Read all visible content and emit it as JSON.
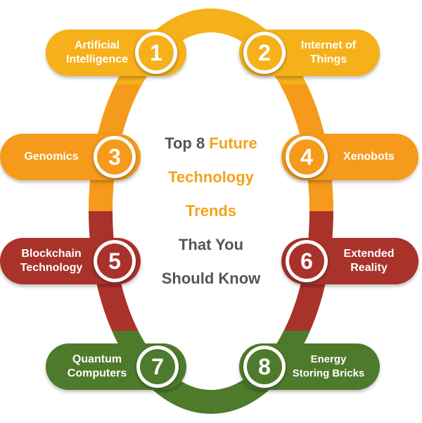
{
  "title": {
    "line1_prefix": "Top 8",
    "line1_accent": "Future",
    "line2": "Technology",
    "line3": "Trends",
    "line4": "That You",
    "line5": "Should Know"
  },
  "colors": {
    "yellow": "#F5B01A",
    "orange": "#F59A1B",
    "red": "#A9322A",
    "green": "#4E7A2C",
    "title_dark": "#555555",
    "title_accent": "#F5A21A"
  },
  "trends": [
    {
      "number": "1",
      "label_line1": "Artificial",
      "label_line2": "Intelligence"
    },
    {
      "number": "2",
      "label_line1": "Internet of",
      "label_line2": "Things"
    },
    {
      "number": "3",
      "label_line1": "Genomics",
      "label_line2": ""
    },
    {
      "number": "4",
      "label_line1": "Xenobots",
      "label_line2": ""
    },
    {
      "number": "5",
      "label_line1": "Blockchain",
      "label_line2": "Technology"
    },
    {
      "number": "6",
      "label_line1": "Extended",
      "label_line2": "Reality"
    },
    {
      "number": "7",
      "label_line1": "Quantum",
      "label_line2": "Computers"
    },
    {
      "number": "8",
      "label_line1": "Energy",
      "label_line2": "Storing Bricks"
    }
  ]
}
